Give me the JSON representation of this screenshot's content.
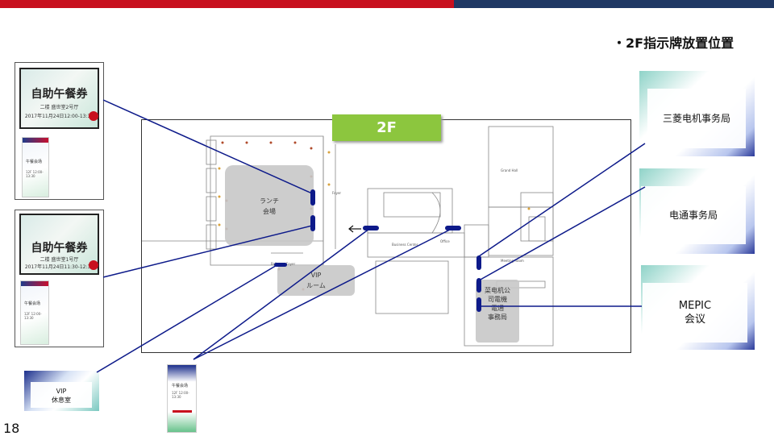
{
  "header": {
    "title": "・2F指示牌放置位置",
    "page_number": "18"
  },
  "left_signs": {
    "sign1": {
      "title": "自助午餐券",
      "subtitle": "二楼  盛世堂2号厅",
      "date": "2017年11月24日12:00-13:30",
      "card_title": "午餐会场",
      "card_sub": "12F 12:00-13:30"
    },
    "sign2": {
      "title": "自助午餐券",
      "subtitle": "二楼  盛世堂1号厅",
      "date": "2017年11月24日11:30-12:30",
      "card_title": "午餐会场",
      "card_sub": "12F 12:00-13:30"
    }
  },
  "floor_plan": {
    "badge": "2F",
    "lunch_zone": "ランチ\n会場",
    "vip_zone": "VIP\nルーム",
    "office_zone": "菜电机公\n司電機\n電通\n事務局",
    "small_labels": [
      "Foyer",
      "Business Center",
      "Office",
      "Ballroom Foyer",
      "Grand Hall",
      "Meeting Room"
    ]
  },
  "bottom_signs": {
    "vip_lounge": "VIP\n休息室",
    "stand_title": "午餐会场",
    "stand_sub": "12F 12:00-13:30"
  },
  "right_signs": [
    {
      "label": "三菱电机事务局"
    },
    {
      "label": "电通事务局"
    },
    {
      "label": "MEPIC\n会议"
    }
  ],
  "colors": {
    "accent_red": "#c8101e",
    "accent_navy": "#1f3864",
    "badge_green": "#8cc63e",
    "marker_navy": "#0d1a8a"
  }
}
